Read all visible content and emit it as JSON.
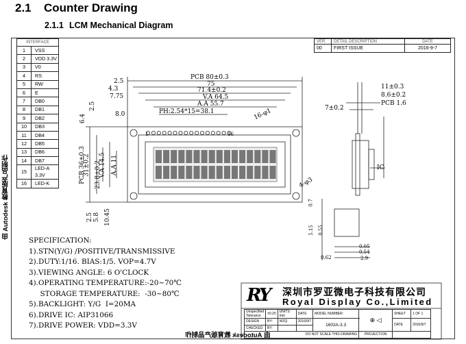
{
  "heading": {
    "number": "2.1",
    "title": "Counter Drawing"
  },
  "subheading": {
    "number": "2.1.1",
    "title": "LCM Mechanical Diagram"
  },
  "pin_table": {
    "header": "INTERFACE",
    "rows": [
      {
        "n": "1",
        "s": "VSS"
      },
      {
        "n": "2",
        "s": "VDD 3.3V"
      },
      {
        "n": "3",
        "s": "V0"
      },
      {
        "n": "4",
        "s": "RS"
      },
      {
        "n": "5",
        "s": "RW"
      },
      {
        "n": "6",
        "s": "E"
      },
      {
        "n": "7",
        "s": "DB0"
      },
      {
        "n": "8",
        "s": "DB1"
      },
      {
        "n": "9",
        "s": "DB2"
      },
      {
        "n": "10",
        "s": "DB3"
      },
      {
        "n": "11",
        "s": "DB4"
      },
      {
        "n": "12",
        "s": "DB5"
      },
      {
        "n": "13",
        "s": "DB6"
      },
      {
        "n": "14",
        "s": "DB7"
      },
      {
        "n": "15",
        "s": "LED-A 3.3V"
      },
      {
        "n": "16",
        "s": "LED-K"
      }
    ]
  },
  "revision": {
    "headers": [
      "VER",
      "DETAIL DESCRIPTION",
      "DATE"
    ],
    "row": {
      "ver": "00",
      "desc": "FIRST ISSUE",
      "date": "2016-9-7"
    }
  },
  "watermark": "由 Autodesk 教育版产品制作",
  "dims": {
    "pcb_w": "PCB 80±0.3",
    "w75": "75",
    "w714": "71.4±0.2",
    "va": "V.A 64.5",
    "aa": "A.A 55.7",
    "ph": "PH:2.54*15=38.1",
    "hole16": "16-φ1",
    "l25": "2.5",
    "l43": "4.3",
    "l775": "7.75",
    "l80": "8.0",
    "t25": "2.5",
    "t64": "6.4",
    "pcb_h": "PCB 36±0.3",
    "h31": "31±0.2",
    "vah": "V.A 14.5",
    "aah": "A.A 11",
    "h238": "23.8±0.2",
    "b25": "2.5",
    "b58": "5.8",
    "b1045": "10.45",
    "hole4": "4-φ3",
    "pin1": "1",
    "pin16": "16",
    "s11": "11±0.3",
    "s86": "8.6±0.2",
    "spcb": "PCB 1.6",
    "s7": "7±0.2",
    "ic": "IC",
    "d07": "0.7",
    "d515": "5.15",
    "d055": "0.55",
    "d062": "0.62",
    "d005": "0.05",
    "d054": "0.54",
    "d29": "2.9"
  },
  "spec": {
    "title": "SPECIFICATION:",
    "items": [
      "1).STN(Y/G) /POSITIVE/TRANSMISSIVE",
      "2).DUTY:1/16. BIAS:1/5. VOP=4.7V",
      "3).VIEWING ANGLE: 6 O'CLOCK",
      "4).OPERATING TEMPERATURE:-20~70℃",
      "     STORAGE TEMPERATURE:  -30~80℃",
      "5).BACKLIGHT: Y/G  I=20MA",
      "6).DRIVE IC: AIP31066",
      "7).DRIVE POWER: VDD=3.3V"
    ]
  },
  "company": {
    "logo": "RY",
    "cn": "深圳市罗亚微电子科技有限公司",
    "en": "Royal Display Co.,Limited",
    "model_label": "MODEL NUMBER:",
    "model": "1602A-3.3",
    "sheet_label": "SHEET",
    "sheet": "1 OF 1",
    "date_label": "DATE",
    "date": "2016/9/7",
    "tolerance": "Unspecified Tolerance",
    "tol_val": "±0.20",
    "units": "UNITS: mm",
    "date_small_label": "DATE",
    "date_small": "2016/9/7",
    "design": "DESIGN",
    "by": "BY:",
    "design_by": "WZQ",
    "design_date": "2016/9/7",
    "checked": "CHECKED",
    "checked_by": "BY:",
    "note": "DO NOT SCALE THIS DRAWING",
    "projection": "PROJECTION"
  },
  "mirror_text": "由 Autodesk 教育版产品制作"
}
